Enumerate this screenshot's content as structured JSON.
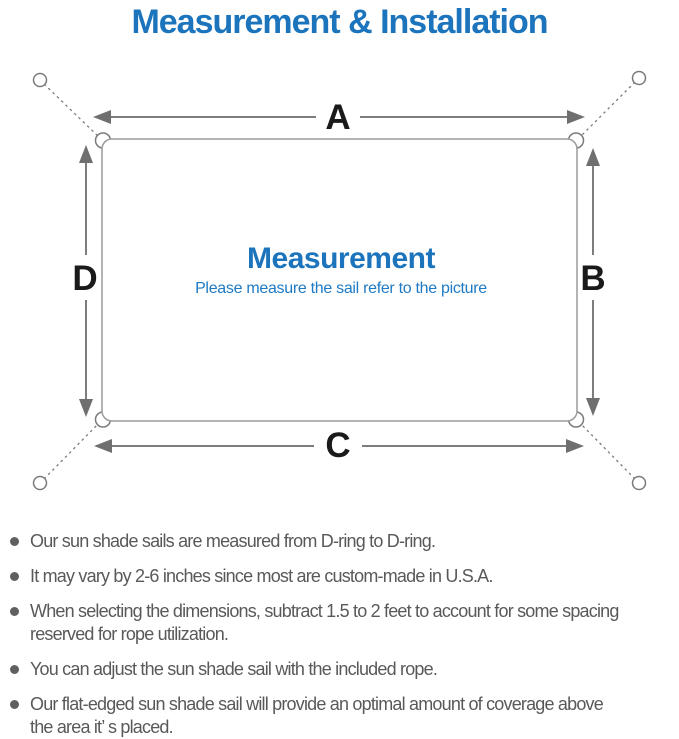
{
  "title": "Measurement & Installation",
  "diagram": {
    "labels": {
      "top": "A",
      "right": "B",
      "bottom": "C",
      "left": "D"
    },
    "center_title": "Measurement",
    "center_subtitle": "Please measure the sail refer to the picture"
  },
  "notes": [
    {
      "lines": [
        "Our sun shade sails are measured from D-ring to D-ring."
      ]
    },
    {
      "lines": [
        "It may vary by 2-6 inches since most are custom-made in U.S.A."
      ]
    },
    {
      "lines": [
        "When selecting the dimensions, subtract 1.5 to 2 feet to account for some spacing",
        "reserved for rope utilization."
      ]
    },
    {
      "lines": [
        "You can adjust the sun shade sail with the included rope."
      ]
    },
    {
      "lines": [
        "Our flat-edged sun shade sail will provide an optimal amount of coverage above",
        "the area it’ s placed."
      ]
    }
  ],
  "colors": {
    "accent_blue": "#1b74bc",
    "subtitle_blue": "#1e7ac4",
    "line_gray": "#7d7d7d",
    "outline_gray": "#9c9c9c",
    "label_black": "#1a1a1a",
    "text_gray": "#595959"
  }
}
